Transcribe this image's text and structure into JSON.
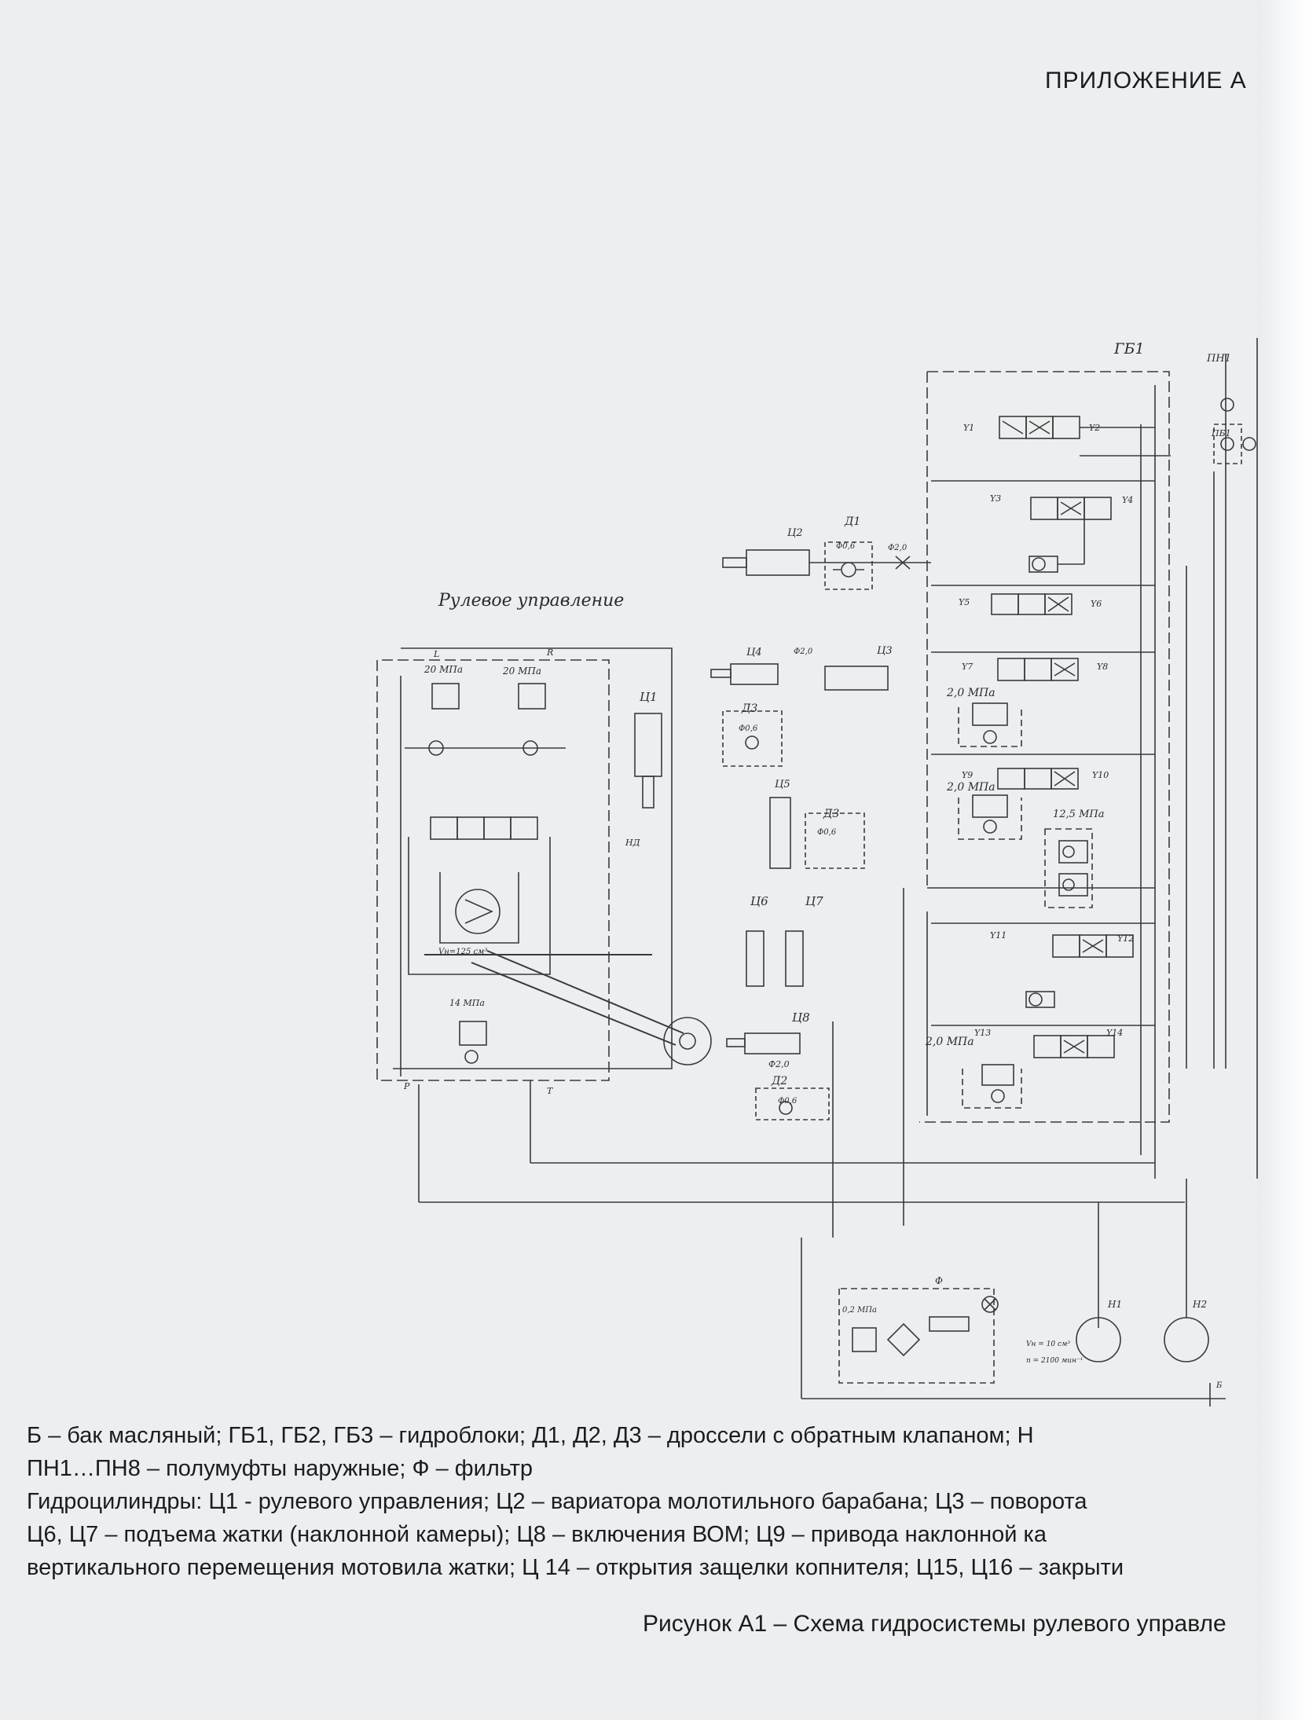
{
  "header": {
    "appendix": "ПРИЛОЖЕНИЕ А"
  },
  "diagram": {
    "steering_title": "Рулевое управление",
    "labels": {
      "gb1": "ГБ1",
      "pn1": "ПН1",
      "pb1": "ПБ1",
      "y1": "Y1",
      "y2": "Y2",
      "y3": "Y3",
      "y4": "Y4",
      "y5": "Y5",
      "y6": "Y6",
      "y7": "Y7",
      "y8": "Y8",
      "y9": "Y9",
      "y10": "Y10",
      "y11": "Y11",
      "y12": "Y12",
      "y13": "Y13",
      "y14": "Y14",
      "c1": "Ц1",
      "c2": "Ц2",
      "c3": "Ц3",
      "c4": "Ц4",
      "c5": "Ц5",
      "c6": "Ц6",
      "c7": "Ц7",
      "c8": "Ц8",
      "d1": "Д1",
      "d2": "Д2",
      "d3a": "Д3",
      "d3b": "Д3",
      "orifice_d1": "Ф0,6",
      "orifice_d1_out": "Ф2,0",
      "orifice_c4": "Ф2,0",
      "orifice_d3a": "Ф0,6",
      "orifice_d3b": "Ф0,6",
      "orifice_c8": "Ф2,0",
      "orifice_d2": "Ф0,6",
      "press_l": "20 МПа",
      "press_r": "20 МПа",
      "press_14": "14 МПа",
      "press_y7": "2,0 МПа",
      "press_y9": "2,0 МПа",
      "press_125": "12,5 МПа",
      "press_y13": "2,0 МПа",
      "press_filter": "0,2 МПа",
      "port_l": "L",
      "port_r": "R",
      "port_p": "P",
      "port_t": "T",
      "nd": "НД",
      "motor_vol": "Vн=125 см³",
      "filter": "Ф",
      "pump_n1": "Н1",
      "pump_n2": "Н2",
      "pump_n1_vol": "Vн = 10 см³",
      "pump_n1_rpm": "n = 2100 мин⁻¹",
      "tank": "Б"
    }
  },
  "legend": {
    "line1": "Б – бак масляный; ГБ1, ГБ2, ГБ3 – гидроблоки; Д1, Д2, Д3 – дроссели с обратным клапаном; Н",
    "line2": "ПН1…ПН8 – полумуфты наружные; Ф – фильтр",
    "line3": "Гидроцилиндры: Ц1 - рулевого управления; Ц2 – вариатора молотильного барабана; Ц3 – поворота",
    "line4": "Ц6, Ц7 – подъема жатки (наклонной камеры); Ц8 – включения ВОМ; Ц9 – привода наклонной ка",
    "line5": "вертикального перемещения мотовила жатки; Ц 14 – открытия защелки копнителя; Ц15, Ц16 – закрыти"
  },
  "caption": "Рисунок А1 – Схема гидросистемы рулевого управле"
}
